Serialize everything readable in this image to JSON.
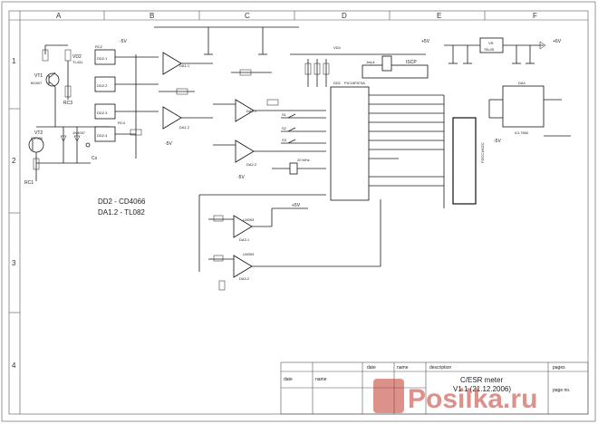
{
  "zones": {
    "columns": [
      "A",
      "B",
      "C",
      "D",
      "E",
      "F"
    ],
    "rows": [
      "1",
      "2",
      "3",
      "4"
    ]
  },
  "notes": {
    "dd2": "DD2 - CD4066",
    "da12": "DA1.2 - TL082"
  },
  "supply": {
    "plus5": "+5V",
    "minus5": "-5V",
    "plus6": "+6V"
  },
  "parts": {
    "vt1": "VT1",
    "vt1_type": "BC807",
    "vt2": "VT2",
    "vt2_type": "IRF530",
    "vd2": "VD2",
    "vd2_type": "TL431",
    "vd3": "1N4007",
    "vd4": "VD4",
    "dd21": "DD2.1",
    "dd22": "DD2.2",
    "dd23": "DD2.3",
    "dd24": "DD2.4",
    "da11": "DA1.1",
    "da12": "DA1.2",
    "da21": "DA2.1",
    "da22": "DA2.2",
    "da31": "DA3.1",
    "da32": "DA3.2",
    "lm393": "LM393",
    "dd1": "DD1",
    "dd1_type": "PIC16F873A",
    "vr": "VR",
    "vr_type": "78L05",
    "da4": "DA4",
    "da4_type": "ICL7660",
    "lcd": "FDCC1602C",
    "jmp": "Jmp1",
    "isp": "ISCP",
    "crystal": "20 MHz",
    "cx": "Cx",
    "rc1": "RC1",
    "rc2": "RC2",
    "rc3": "RC3",
    "rc4": "RC4",
    "s1": "S1",
    "s2": "S2",
    "s3": "S3"
  },
  "title_block": {
    "date_hdr": "date",
    "name_hdr": "name",
    "description_hdr": "description",
    "pages_hdr": "pages",
    "date_row": "date",
    "name_row": "name",
    "title_line1": "C/ESR meter",
    "title_line2": "V1.1 (21.12.2006)",
    "page_no": "page no."
  },
  "watermark": {
    "text": "Posilka.ru"
  }
}
